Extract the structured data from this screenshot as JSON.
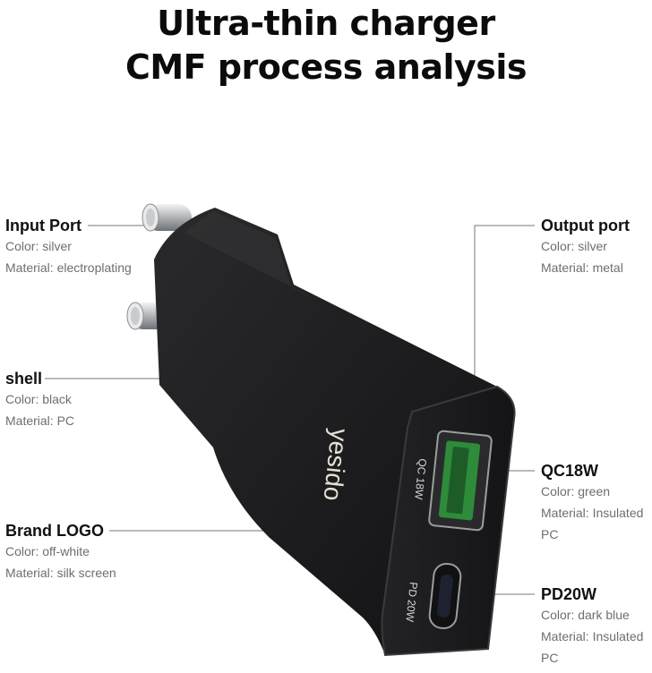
{
  "title_line1": "Ultra-thin charger",
  "title_line2": "CMF process analysis",
  "callouts": {
    "input_port": {
      "name": "Input Port",
      "color": "Color: silver",
      "material": "Material: electroplating"
    },
    "shell": {
      "name": "shell",
      "color": "Color: black",
      "material": "Material: PC"
    },
    "brand_logo": {
      "name": "Brand LOGO",
      "color": "Color: off-white",
      "material": "Material: silk screen"
    },
    "output_port": {
      "name": "Output port",
      "color": "Color: silver",
      "material": "Material: metal"
    },
    "qc18w": {
      "name": "QC18W",
      "color": "Color: green",
      "material": "Material: Insulated PC"
    },
    "pd20w": {
      "name": "PD20W",
      "color": "Color: dark blue",
      "material": "Material: Insulated PC"
    }
  },
  "product": {
    "brand": "yesido",
    "port_a_label": "QC 18W",
    "port_c_label": "PD 20W",
    "shell_color": "#1c1c1e",
    "pin_color": "#b9bcbf",
    "usb_a_insert_color": "#2e8b3a",
    "logo_color": "#e6e0d2"
  }
}
